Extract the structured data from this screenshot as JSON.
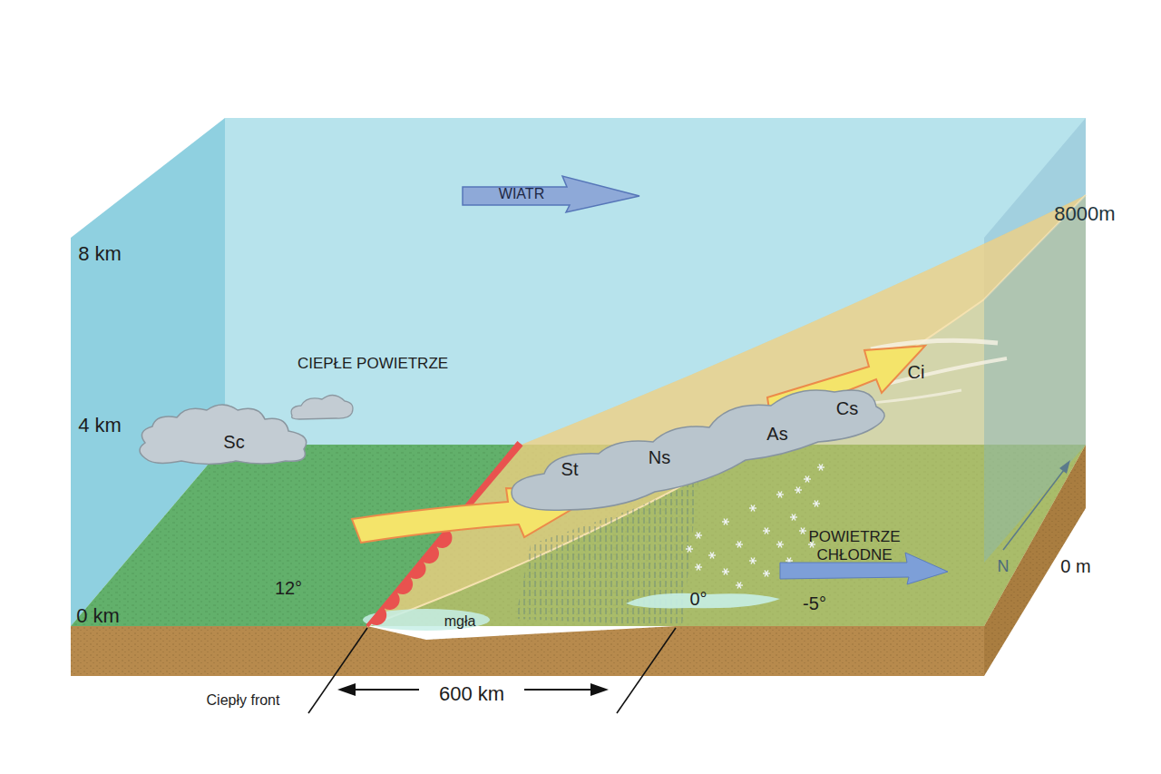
{
  "diagram": {
    "nodes": [
      {
        "text": [
          "WIATR"
        ]
      },
      {
        "text": [
          "Sc"
        ]
      },
      {
        "text": [
          "St",
          "Ns",
          "As"
        ]
      }
    ],
    "labels": [
      "8 km",
      "4 km",
      "0 km",
      "8000m",
      "0 m",
      "CIEPŁE POWIETRZE",
      "Ci",
      "Cs",
      "POWIETRZE CHŁODNE",
      "12°",
      "mgła",
      "0°",
      "-5°",
      "N",
      "Ciepły front",
      "600 km"
    ]
  }
}
